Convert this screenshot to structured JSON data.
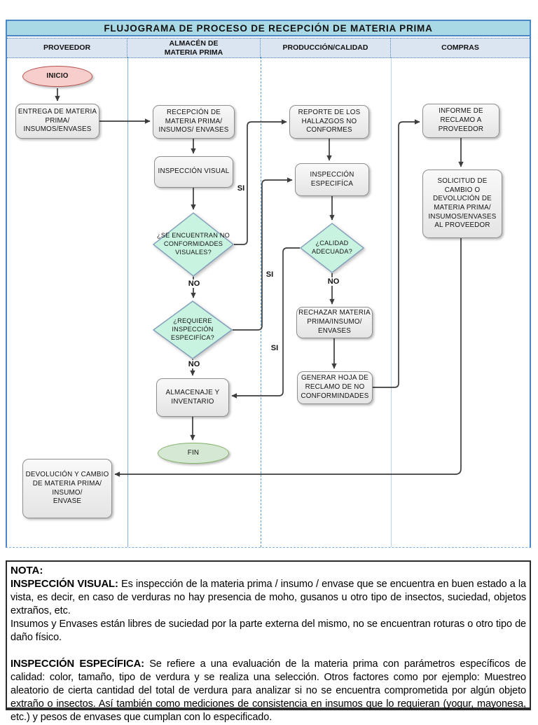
{
  "title": "FLUJOGRAMA DE PROCESO DE RECEPCIÓN DE MATERIA PRIMA",
  "lanes": [
    {
      "label": "PROVEEDOR"
    },
    {
      "label": "ALMACÉN DE\nMATERIA PRIMA"
    },
    {
      "label": "PRODUCCIÓN/CALIDAD"
    },
    {
      "label": "COMPRAS"
    }
  ],
  "nodes": {
    "inicio": "INICIO",
    "entrega": "ENTREGA DE MATERIA\nPRIMA/\nINSUMOS/ENVASES",
    "recepcion": "RECEPCIÓN DE\nMATERIA PRIMA/\nINSUMOS/ ENVASES",
    "inspeccion_visual": "INSPECCIÓN VISUAL",
    "decision_conformidades": "¿SE ENCUENTRAN NO\nCONFORMIDADES\nVISUALES?",
    "decision_requiere": "¿REQUIERE\nINSPECCIÓN\nESPECIFÍCA?",
    "almacenaje": "ALMACENAJE Y\nINVENTARIO",
    "fin": "FIN",
    "reporte": "REPORTE DE LOS\nHALLAZGOS NO\nCONFORMES",
    "inspeccion_especifica": "INSPECCIÓN\nESPECIFÍCA",
    "decision_calidad": "¿CALIDAD\nADECUADA?",
    "rechazar": "RECHAZAR MATERIA\nPRIMA/INSUMO/\nENVASES",
    "generar": "GENERAR HOJA DE\nRECLAMO DE NO\nCONFORMINDADES",
    "informe": "INFORME DE\nRECLAMO A\nPROVEEDOR",
    "solicitud": "SOLICITUD DE\nCAMBIO O\nDEVOLUCIÓN DE\nMATERIA PRIMA/\nINSUMOS/ENVASES\nAL PROVEEDOR",
    "devolucion": "DEVOLUCIÓN Y CAMBIO\nDE MATERIA PRIMA/\nINSUMO/\nENVASE"
  },
  "edge_labels": {
    "si": "SI",
    "no": "NO"
  },
  "note": {
    "heading": "NOTA:",
    "visual_label": "INSPECCIÓN VISUAL:",
    "visual_text": "Es inspección de la materia prima / insumo / envase que se encuentra en buen estado a la vista, es decir, en caso de verduras no hay presencia de moho, gusanos u otro tipo de insectos, suciedad, objetos extraños, etc.",
    "visual_text2": "Insumos y Envases están libres de suciedad por la parte externa del mismo, no se encuentran roturas o otro tipo de daño físico.",
    "especifica_label": "INSPECCIÓN ESPECÍFICA:",
    "especifica_text": "Se refiere a una evaluación de la materia prima con parámetros específicos de calidad: color, tamaño, tipo de verdura y se realiza una selección. Otros factores como por ejemplo: Muestreo aleatorio de cierta cantidad del total de verdura para analizar si no se encuentra comprometida por algún objeto extraño o insectos. Así también como mediciones de consistencia en insumos que lo requieran (yogur, mayonesa, etc.) y pesos de envases que cumplan con lo especificado."
  },
  "colors": {
    "panel_border": "#4a86c8",
    "title_bg": "#aad9e6",
    "header_bg": "#dbe5f1",
    "lane_line": "#7fafdc",
    "process_fill_top": "#f9f9f9",
    "process_fill_bottom": "#e4e4e4",
    "process_border": "#8f8f8f",
    "decision_fill": "#c9f3e1",
    "decision_border": "#7f9db9",
    "start_fill": "#f8cecc",
    "start_border": "#b85450",
    "end_fill": "#d5e8d4",
    "end_border": "#82b366",
    "connector": "#3d3d3d",
    "note_border": "#2b2b2b"
  }
}
